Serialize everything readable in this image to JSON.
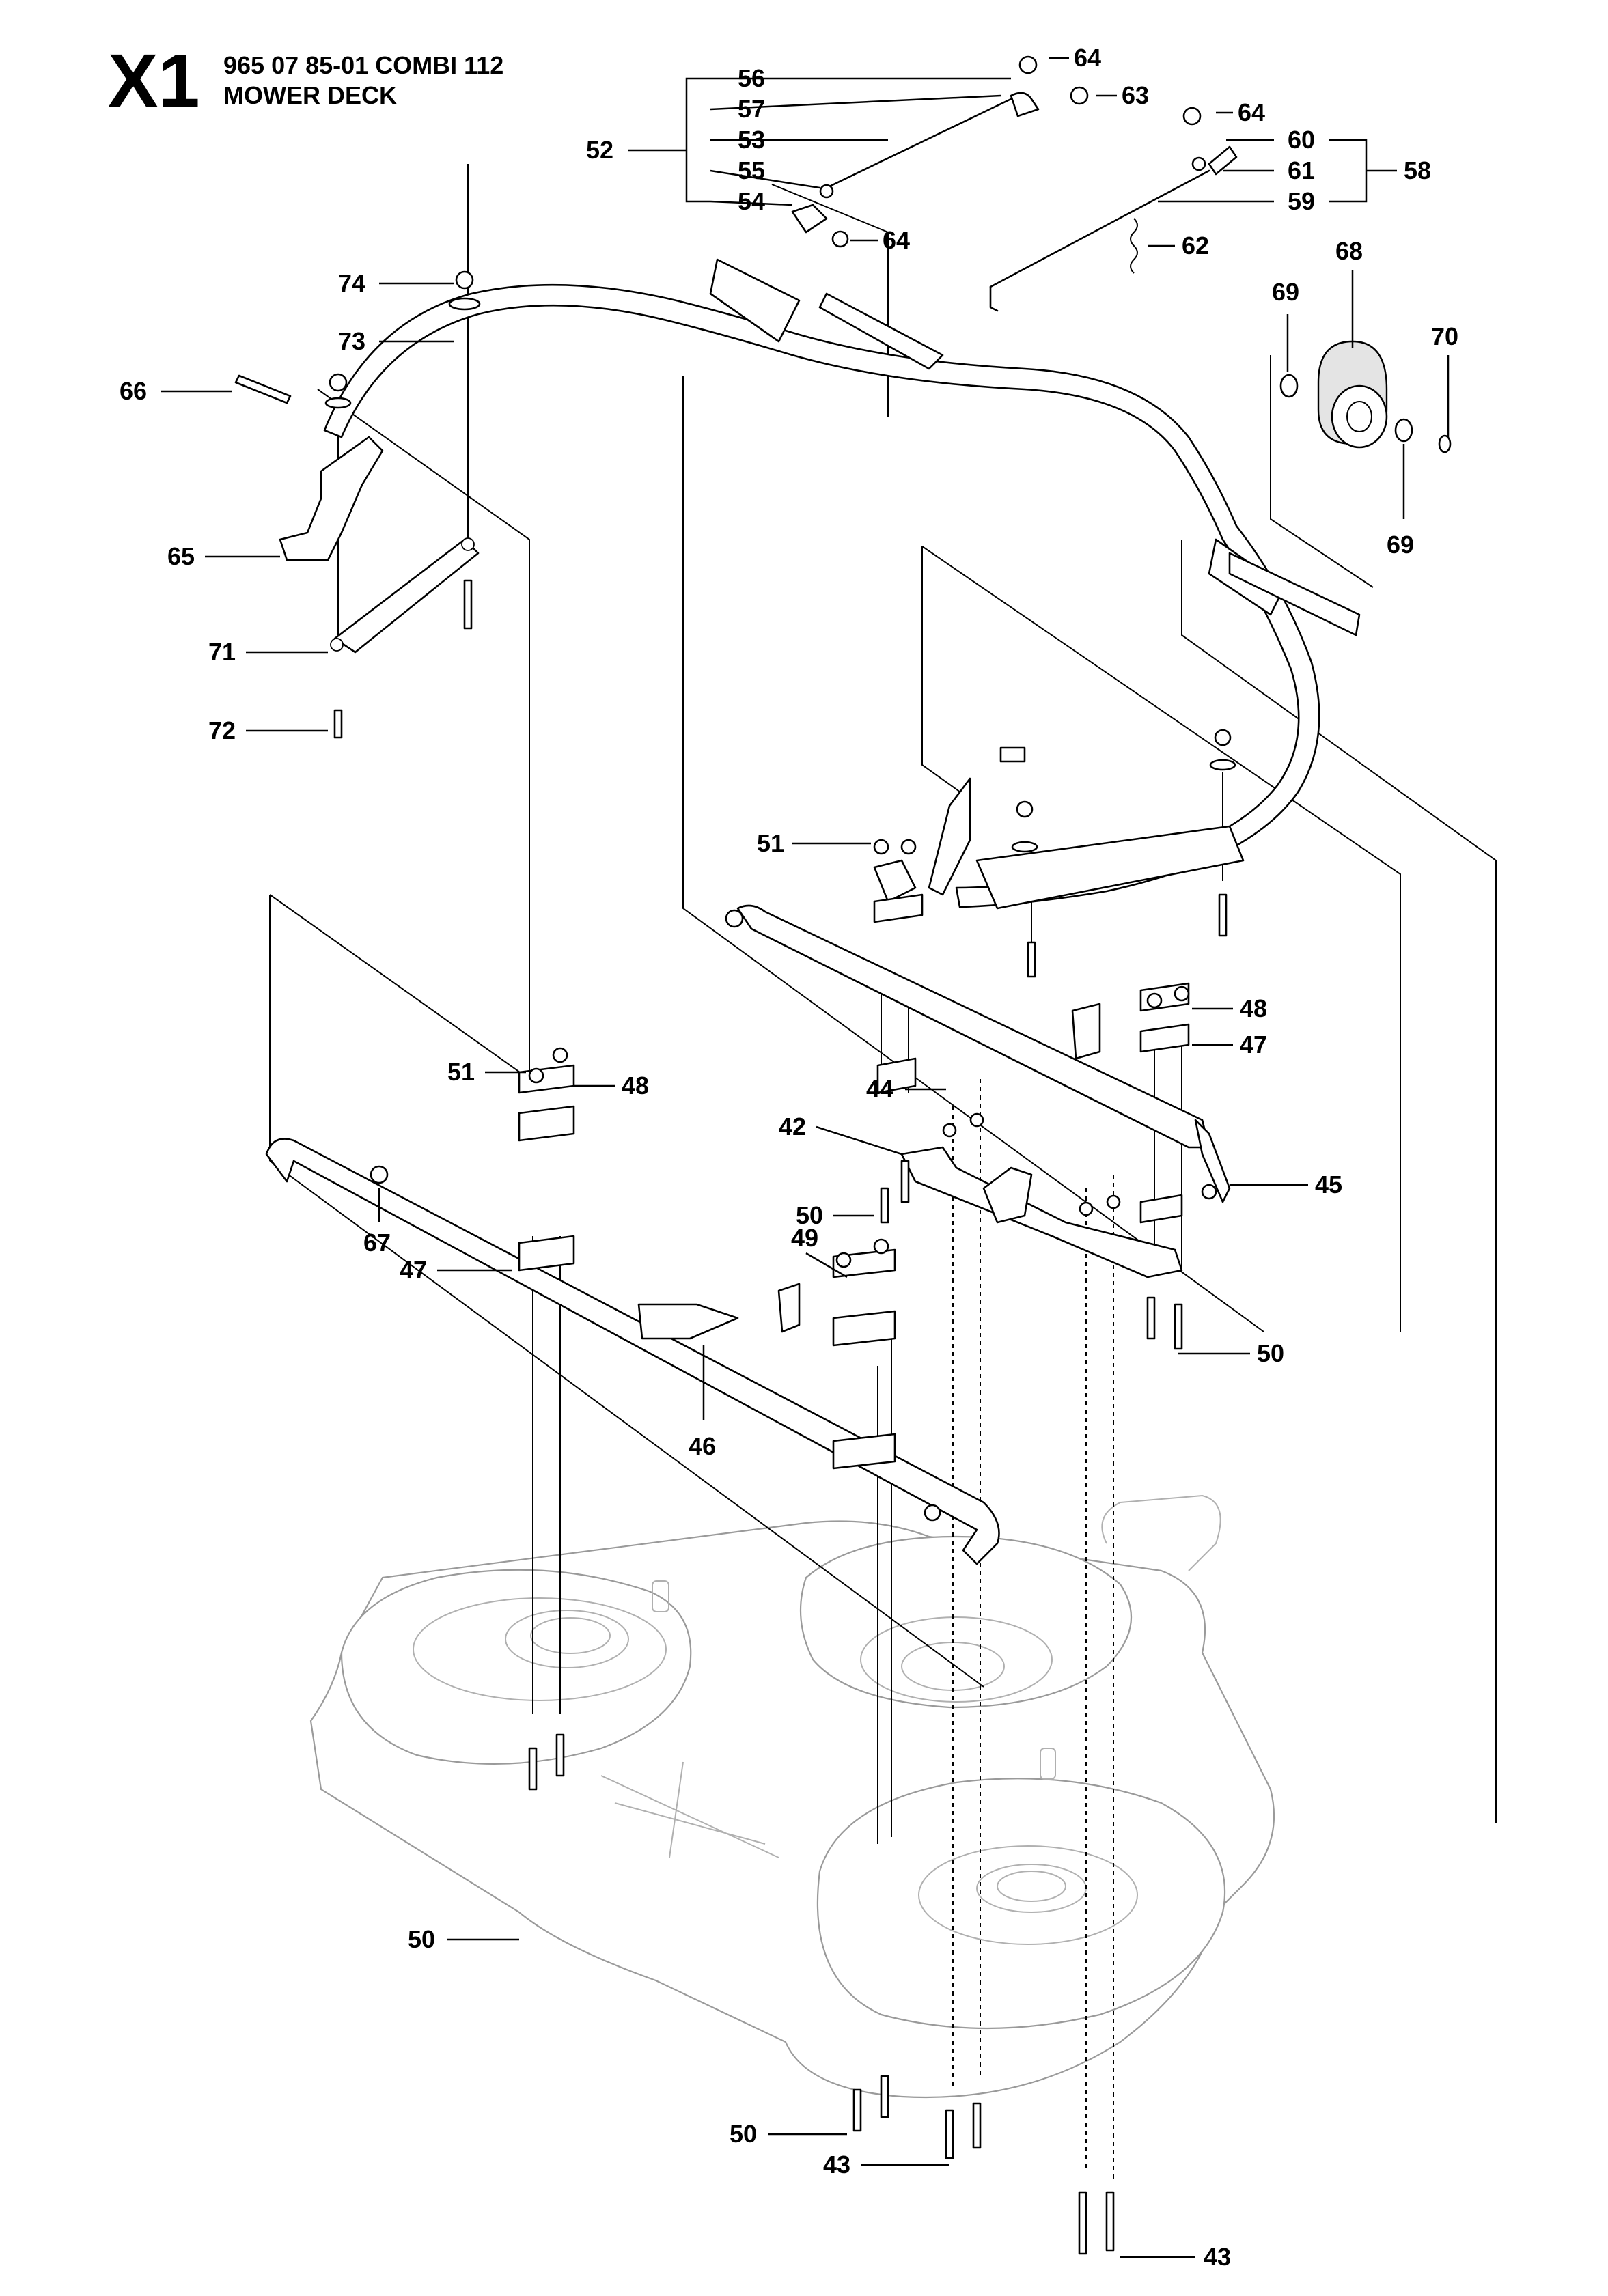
{
  "header": {
    "code": "X1",
    "line1": "965 07 85-01 COMBI 112",
    "line2": "MOWER DECK"
  },
  "callouts": {
    "c56": "56",
    "c57": "57",
    "c53": "53",
    "c55": "55",
    "c54": "54",
    "c52": "52",
    "c64a": "64",
    "c63": "63",
    "c64b": "64",
    "c64c": "64",
    "c60": "60",
    "c61": "61",
    "c59": "59",
    "c58": "58",
    "c62": "62",
    "c68": "68",
    "c69a": "69",
    "c70": "70",
    "c69b": "69",
    "c74": "74",
    "c73": "73",
    "c66": "66",
    "c65": "65",
    "c71": "71",
    "c72": "72",
    "c51a": "51",
    "c48a": "48",
    "c47a": "47",
    "c44": "44",
    "c42": "42",
    "c45": "45",
    "c50a": "50",
    "c50b": "50",
    "c51b": "51",
    "c48b": "48",
    "c49": "49",
    "c67": "67",
    "c47b": "47",
    "c46": "46",
    "c50c": "50",
    "c50d": "50",
    "c43a": "43",
    "c43b": "43"
  }
}
